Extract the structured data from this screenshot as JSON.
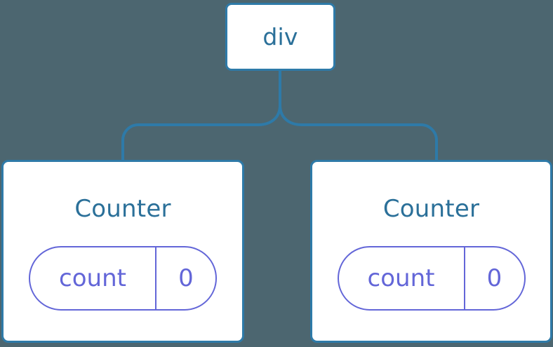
{
  "diagram": {
    "type": "component-tree",
    "background_color": "#4c6670",
    "node_border_color": "#2e7aa8",
    "node_text_color": "#2b7099",
    "state_accent_color": "#6366d8",
    "connector_color": "#2e7aa8",
    "root": {
      "label": "div"
    },
    "children": [
      {
        "label": "Counter",
        "state": {
          "key": "count",
          "value": "0"
        }
      },
      {
        "label": "Counter",
        "state": {
          "key": "count",
          "value": "0"
        }
      }
    ]
  }
}
